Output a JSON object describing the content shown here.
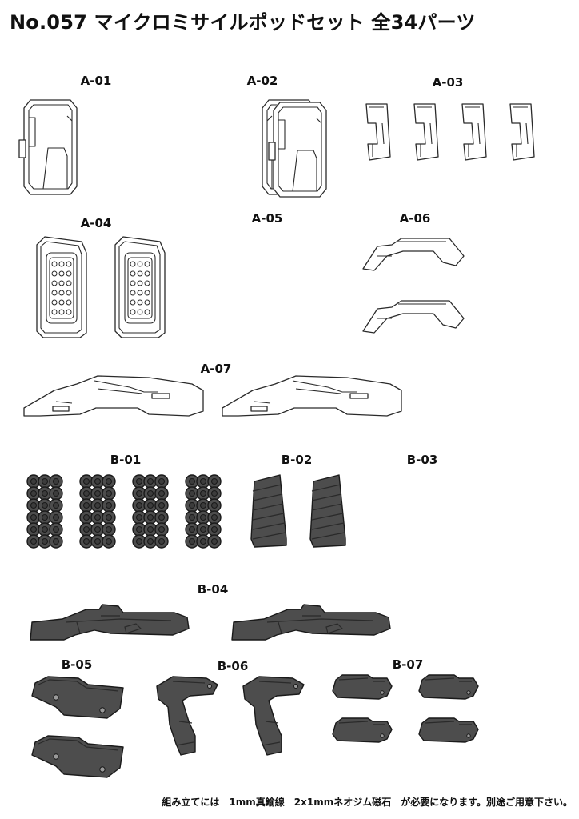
{
  "title": "No.057 マイクロミサイルポッドセット 全34パーツ",
  "labels": {
    "a01": "A-01",
    "a02": "A-02",
    "a03": "A-03",
    "a04": "A-04",
    "a05": "A-05",
    "a06": "A-06",
    "a07": "A-07",
    "b01": "B-01",
    "b02": "B-02",
    "b03": "B-03",
    "b04": "B-04",
    "b05": "B-05",
    "b06": "B-06",
    "b07": "B-07"
  },
  "footer": "組み立てには　1mm真鍮線　2x1mmネオジム磁石　が必要になります。別途ご用意下さい。",
  "colors": {
    "outline": "#2a2a2a",
    "gray_part": "#4d4d4d",
    "background": "#ffffff"
  }
}
